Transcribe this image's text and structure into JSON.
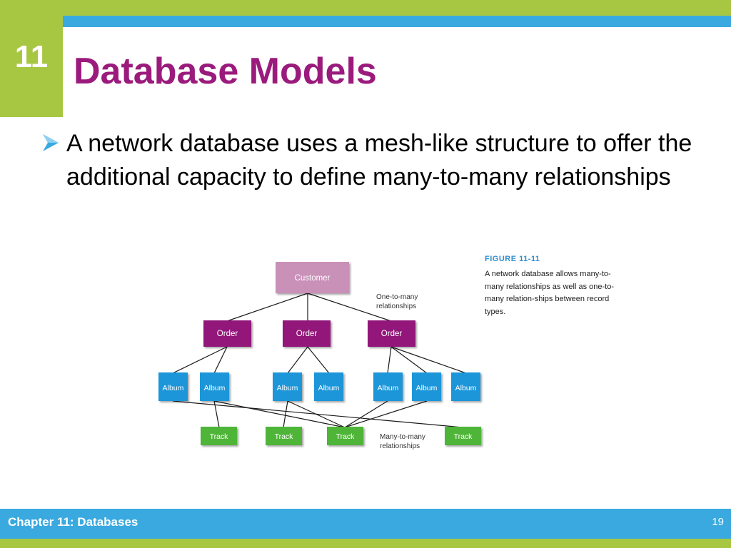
{
  "header": {
    "chapter_number": "11",
    "title": "Database Models"
  },
  "bullet": {
    "text": "A network database uses a mesh-like structure to offer the additional capacity to define many-to-many relationships"
  },
  "figure": {
    "label": "FIGURE 11-11",
    "caption": "A network database allows many-to-many relationships as well as one-to-many relation-ships between record types.",
    "customer": "Customer",
    "orders": [
      "Order",
      "Order",
      "Order"
    ],
    "albums": [
      "Album",
      "Album",
      "Album",
      "Album",
      "Album",
      "Album",
      "Album"
    ],
    "tracks": [
      "Track",
      "Track",
      "Track",
      "Track"
    ],
    "annotation_one_to_many": [
      "One-to-many",
      "relationships"
    ],
    "annotation_many_to_many": [
      "Many-to-many",
      "relationships"
    ]
  },
  "footer": {
    "chapter": "Chapter 11: Databases",
    "page": "19"
  },
  "colors": {
    "accent_lime": "#a7c742",
    "accent_blue": "#3aa9e0",
    "title_purple": "#9b1b7d",
    "customer_pink": "#c990b8",
    "order_purple": "#93177a",
    "album_blue": "#1c96d9",
    "track_green": "#4fb537"
  }
}
